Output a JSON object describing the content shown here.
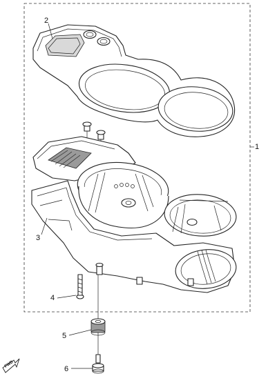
{
  "callouts": {
    "c1": "1",
    "c2": "2",
    "c3": "3",
    "c4": "4",
    "c5": "5",
    "c6": "6"
  },
  "fwd_label": "FWD"
}
